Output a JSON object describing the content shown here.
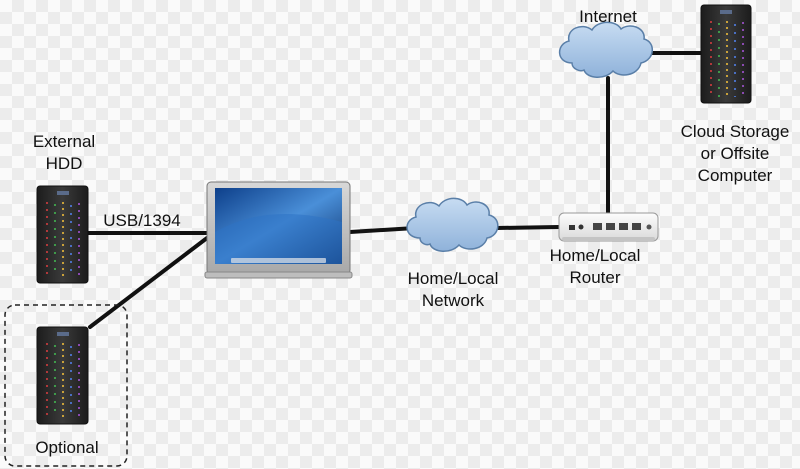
{
  "labels": {
    "internet": "Internet",
    "cloud_storage": [
      "Cloud Storage",
      "or Offsite",
      "Computer"
    ],
    "external_hdd": [
      "External",
      "HDD"
    ],
    "usb": "USB/1394",
    "home_network": [
      "Home/Local",
      "Network"
    ],
    "home_router": [
      "Home/Local",
      "Router"
    ],
    "optional": "Optional"
  },
  "icons": {
    "external_hdd": "hard-drive-icon",
    "optional_hdd": "hard-drive-icon",
    "offsite_server": "server-tower-icon",
    "laptop": "laptop-icon",
    "router": "router-icon",
    "internet_cloud": "cloud-icon",
    "network_cloud": "cloud-icon"
  },
  "colors": {
    "connector": "#111111",
    "cloud_fill": "#a9c6e6",
    "cloud_stroke": "#5a7fa8",
    "device_dark": "#2a2a2a",
    "dashed_box": "#222222"
  }
}
